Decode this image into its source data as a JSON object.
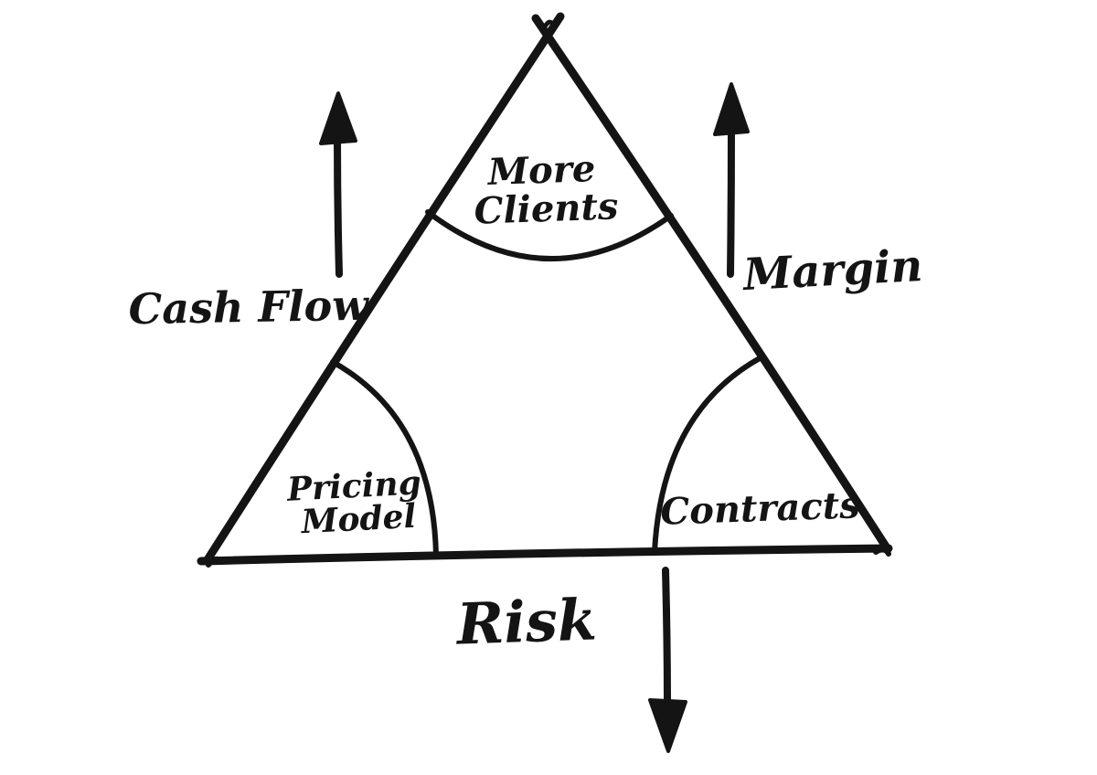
{
  "diagram": {
    "regions": {
      "top": {
        "line1": "More",
        "line2": "Clients"
      },
      "bottom_left": {
        "line1": "Pricing",
        "line2": "Model"
      },
      "bottom_right": {
        "label": "Contracts"
      }
    },
    "axes": {
      "left": {
        "label": "Cash Flow",
        "direction": "up"
      },
      "right": {
        "label": "Margin",
        "direction": "up"
      },
      "bottom": {
        "label": "Risk",
        "direction": "down"
      }
    },
    "colors": {
      "ink": "#141414",
      "background": "#ffffff"
    }
  }
}
